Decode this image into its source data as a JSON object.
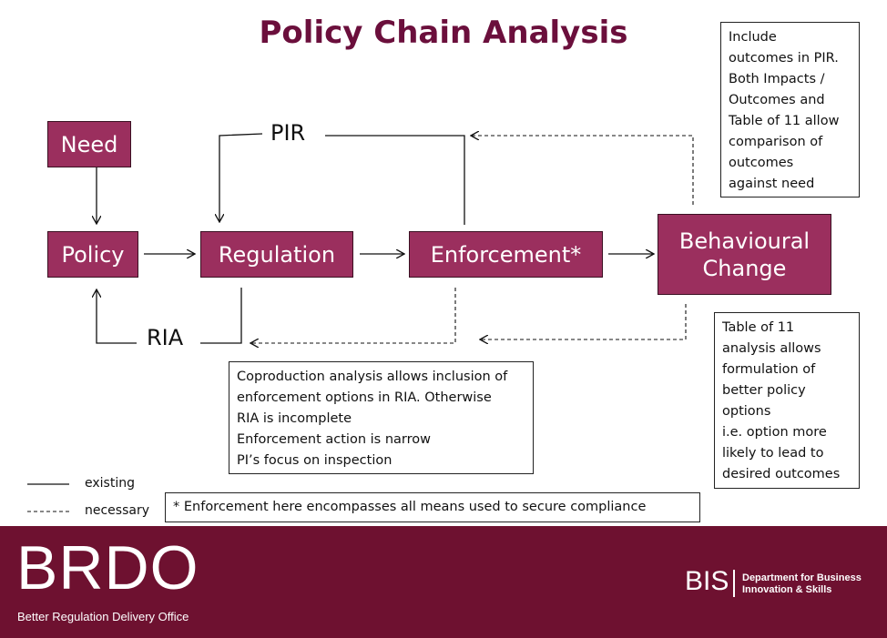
{
  "title": "Policy Chain Analysis",
  "nodes": {
    "need": "Need",
    "policy": "Policy",
    "regulation": "Regulation",
    "enforcement": "Enforcement*",
    "behavioural_change_line1": "Behavioural",
    "behavioural_change_line2": "Change"
  },
  "edge_labels": {
    "pir": "PIR",
    "ria": "RIA"
  },
  "notes": {
    "pir_note": "Include\noutcomes in PIR.\nBoth Impacts /\nOutcomes and\nTable of 11 allow\ncomparison of\noutcomes\nagainst need",
    "table11_note": "Table of 11\nanalysis allows\nformulation of\nbetter policy\noptions\n i.e. option more\nlikely to lead to\ndesired outcomes",
    "coproduction_note": "Coproduction analysis allows inclusion of\nenforcement options in RIA. Otherwise\nRIA is incomplete\nEnforcement action is narrow\nPI’s focus on inspection",
    "enforcement_footnote": "* Enforcement here encompasses all means used to secure compliance"
  },
  "legend": {
    "existing": "existing",
    "necessary": "necessary"
  },
  "footer": {
    "brdo_logo": "BRDO",
    "brdo_subtitle": "Better Regulation Delivery Office",
    "bis_logo": "BIS",
    "bis_text": "Department for Business\nInnovation & Skills"
  },
  "colors": {
    "node_fill": "#9b2f5e",
    "title": "#6b0f3c",
    "footer_bg": "#6e1130"
  }
}
